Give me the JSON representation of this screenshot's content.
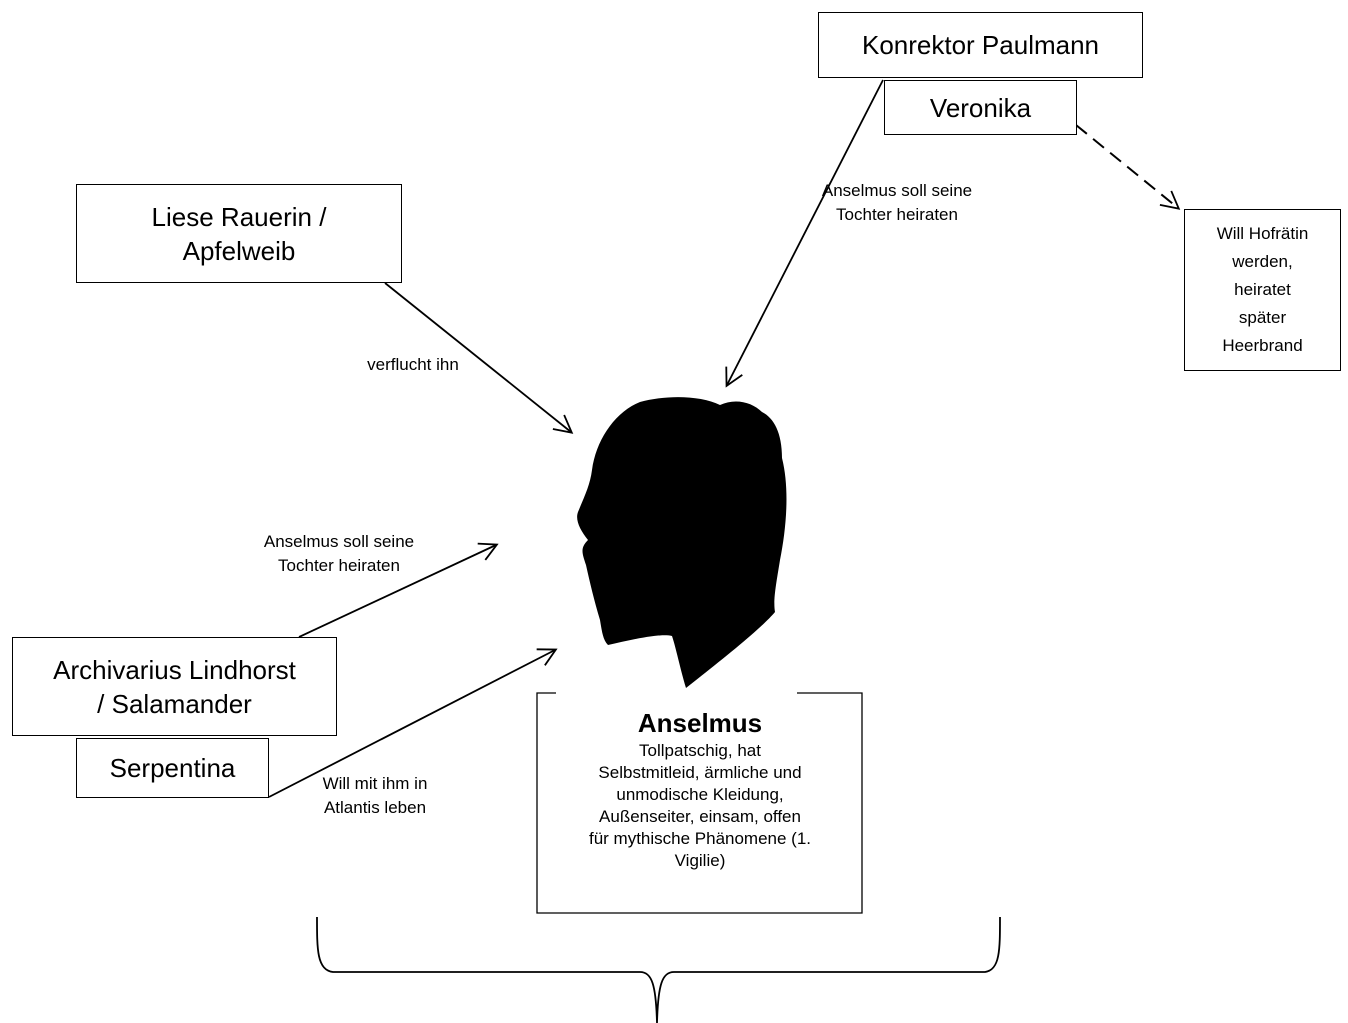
{
  "nodes": {
    "paulmann": "Konrektor Paulmann",
    "veronika": "Veronika",
    "hofraetin": [
      "Will Hofrätin",
      "werden,",
      "heiratet",
      "später",
      "Heerbrand"
    ],
    "liese": [
      "Liese Rauerin /",
      "Apfelweib"
    ],
    "lindhorst": [
      "Archivarius Lindhorst",
      "/ Salamander"
    ],
    "serpentina": "Serpentina"
  },
  "center": {
    "name": "Anselmus",
    "description": [
      "Tollpatschig, hat",
      "Selbstmitleid, ärmliche und",
      "unmodische Kleidung,",
      "Außenseiter, einsam, offen",
      "für mythische Phänomene (1.",
      "Vigilie)"
    ]
  },
  "edges": {
    "paulmann_label": [
      "Anselmus soll seine",
      "Tochter heiraten"
    ],
    "liese_label": "verflucht ihn",
    "lindhorst_label": [
      "Anselmus soll seine",
      "Tochter heiraten"
    ],
    "serpentina_label": [
      "Will mit ihm in",
      "Atlantis leben"
    ]
  },
  "colors": {
    "line": "#000000",
    "silhouette": "#000000",
    "background": "#ffffff"
  },
  "icons": {
    "center": "head-silhouette-icon"
  }
}
